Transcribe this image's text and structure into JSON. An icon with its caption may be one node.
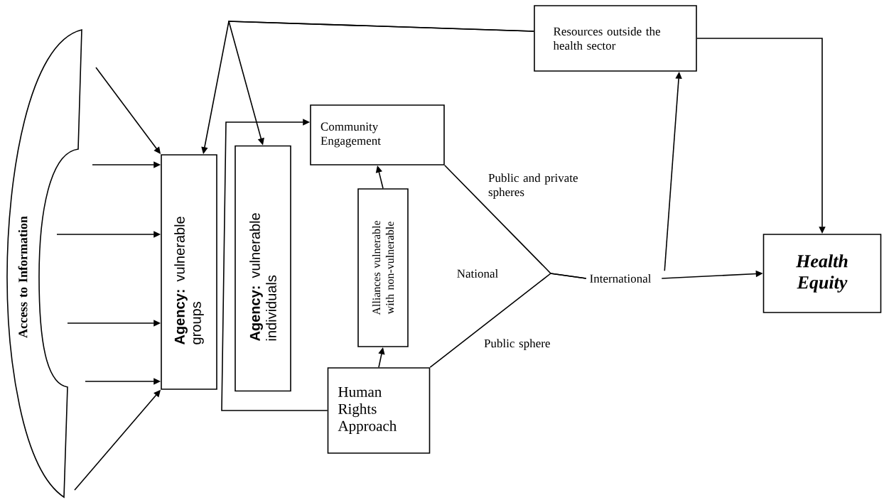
{
  "diagram": {
    "nodes": [
      {
        "text": [
          "Access to Information"
        ]
      },
      {
        "text": [
          "**Agency:** vulnerable groups"
        ]
      },
      {
        "text": [
          "**Agency:** vulnerable individuals"
        ]
      },
      {
        "text": [
          "Community Engagement"
        ]
      },
      {
        "text": [
          "Alliances vulnerable with non-vulnerable"
        ]
      },
      {
        "text": [
          "Human Rights Approach"
        ]
      },
      {
        "text": [
          "Resources outside the health sector"
        ]
      },
      {
        "text": [
          "Health Equity"
        ]
      },
      {
        "text": [
          "International"
        ]
      }
    ],
    "edges": [
      {
        "from": 0,
        "to": 1,
        "arrow": "to"
      },
      {
        "from": 0,
        "to": 1,
        "arrow": "to"
      },
      {
        "from": 0,
        "to": 1,
        "arrow": "to"
      },
      {
        "from": 0,
        "to": 1,
        "arrow": "to"
      },
      {
        "from": 0,
        "to": 1,
        "arrow": "to"
      },
      {
        "from": 0,
        "to": 1,
        "arrow": "to"
      },
      {
        "from": 6,
        "to": 1,
        "arrow": "to"
      },
      {
        "from": 6,
        "to": 2,
        "arrow": "to"
      },
      {
        "from": 5,
        "to": 3,
        "arrow": "to"
      },
      {
        "from": 5,
        "to": 4,
        "arrow": "to"
      },
      {
        "from": 4,
        "to": 3,
        "arrow": "to"
      },
      {
        "from": 3,
        "to": 8,
        "arrow": "none",
        "label": "Public and private spheres"
      },
      {
        "from": 5,
        "to": 8,
        "arrow": "none",
        "label": "Public sphere"
      },
      {
        "from": 8,
        "to": 6,
        "arrow": "to"
      },
      {
        "from": 8,
        "to": 7,
        "arrow": "to"
      },
      {
        "from": 6,
        "to": 7,
        "arrow": "to"
      }
    ],
    "labels": [
      "National"
    ]
  }
}
